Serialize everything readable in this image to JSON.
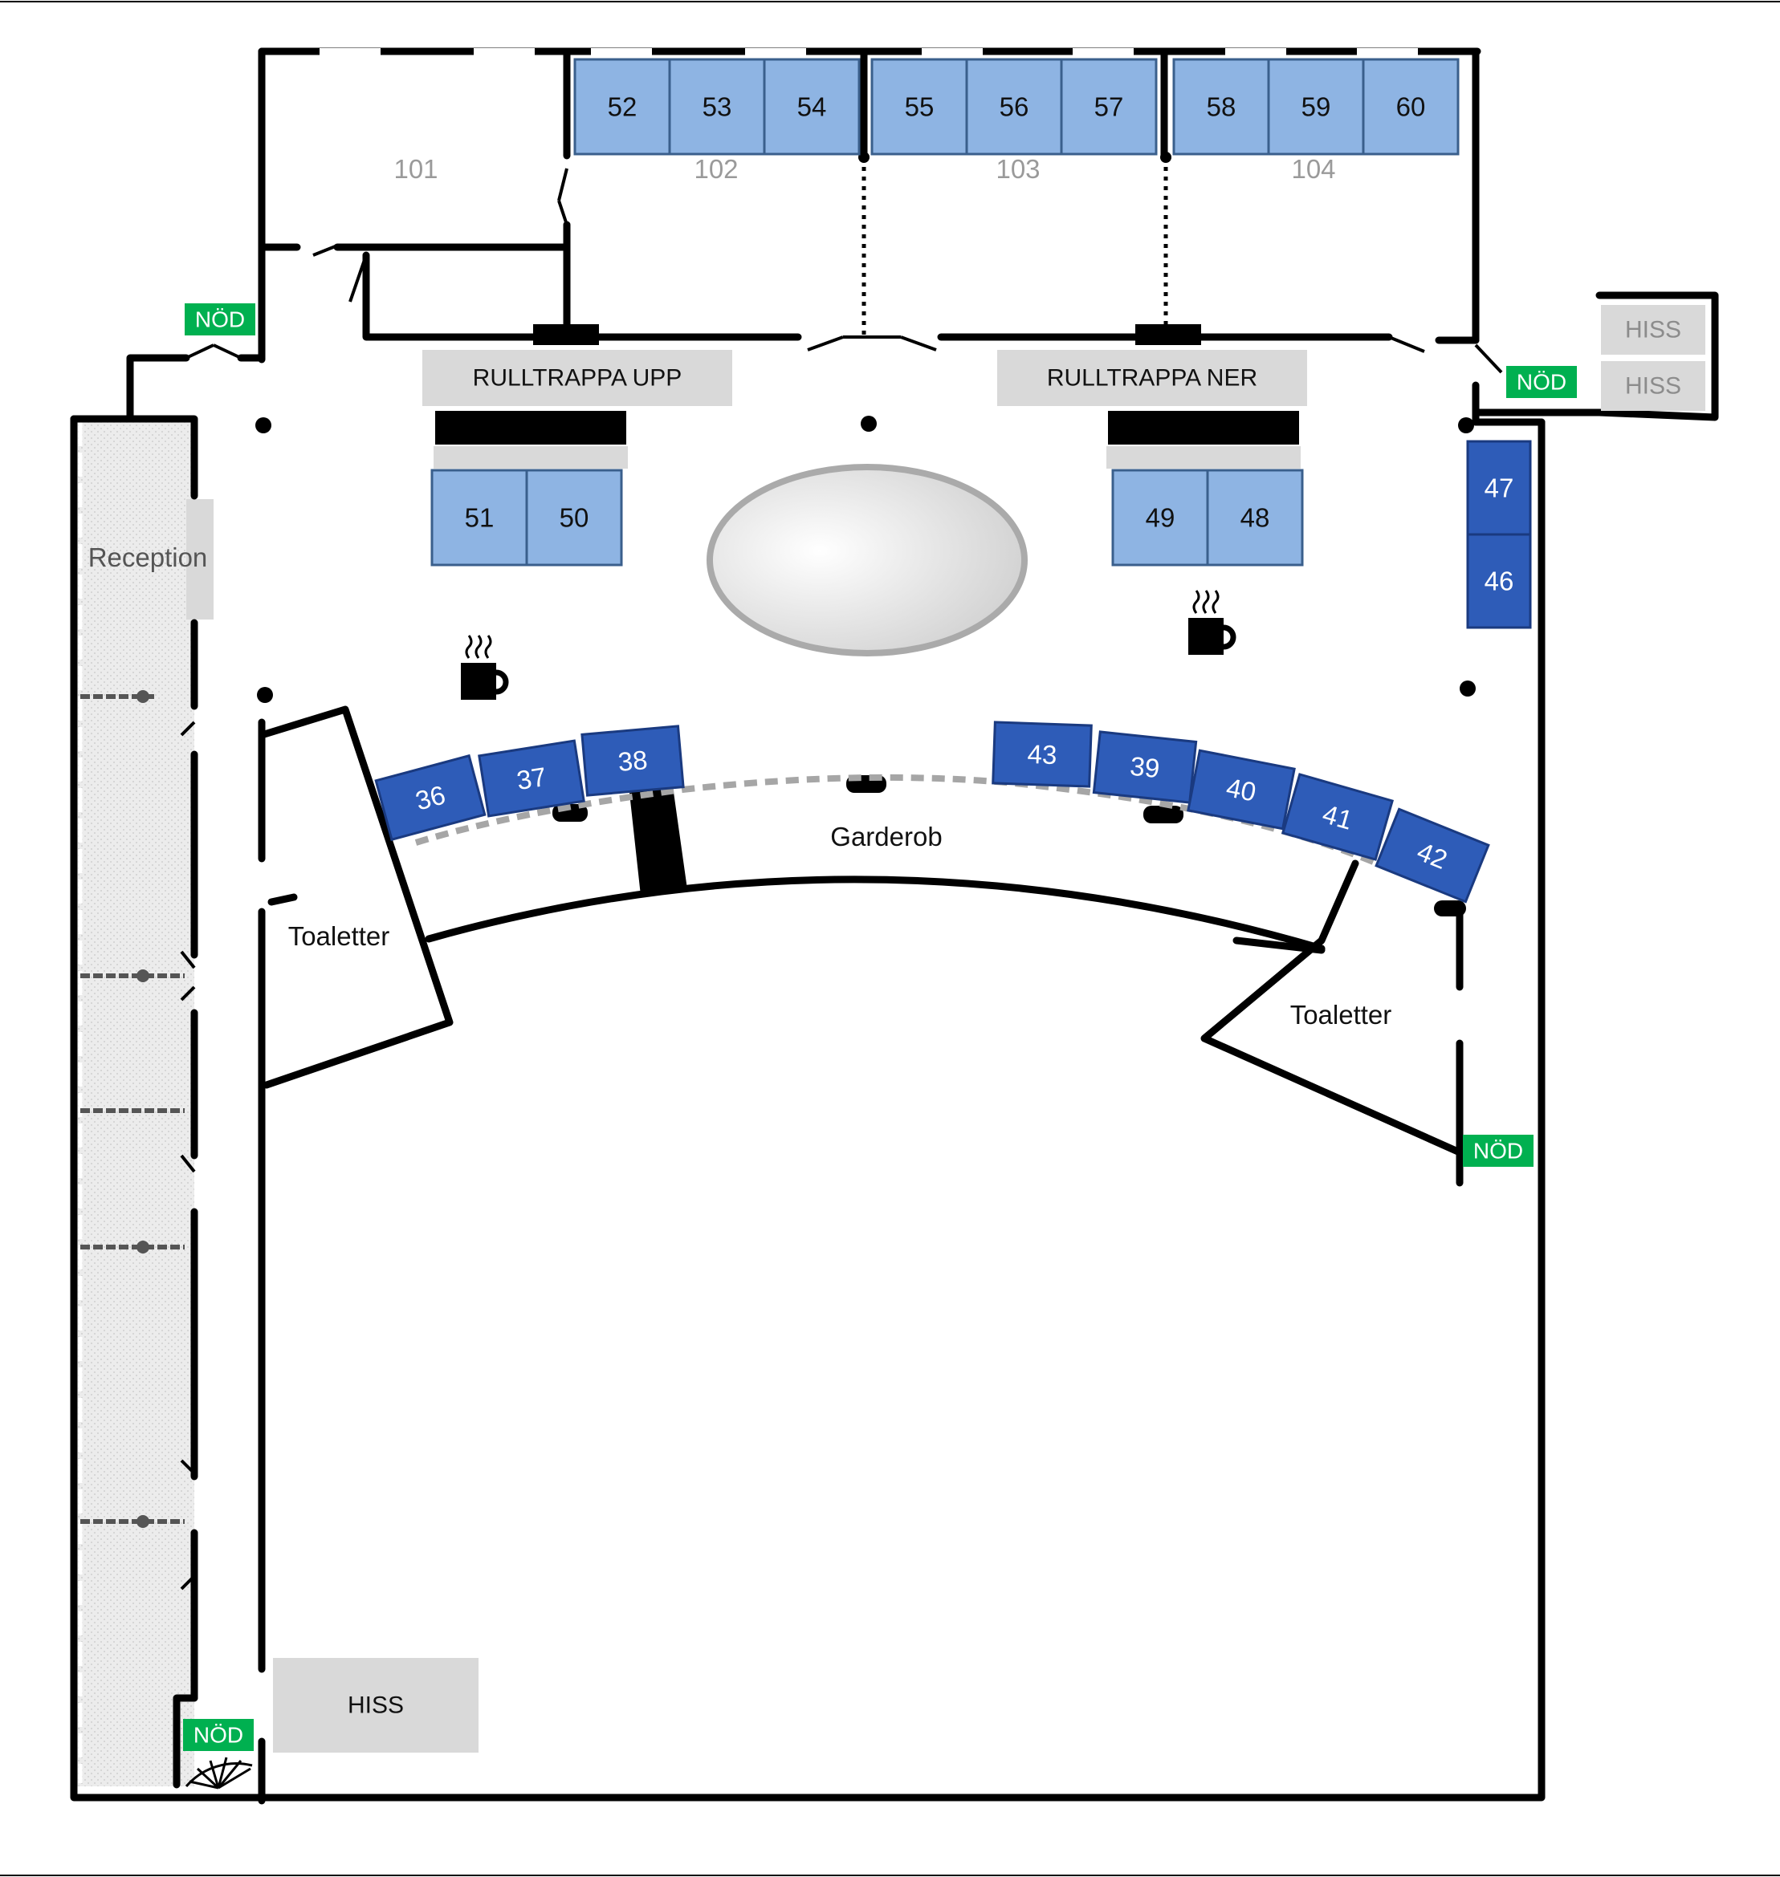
{
  "rooms": [
    {
      "id": "101",
      "label": "101"
    },
    {
      "id": "102",
      "label": "102"
    },
    {
      "id": "103",
      "label": "103"
    },
    {
      "id": "104",
      "label": "104"
    }
  ],
  "booths_top": [
    "52",
    "53",
    "54",
    "55",
    "56",
    "57",
    "58",
    "59",
    "60"
  ],
  "booths_mid_left": [
    "51",
    "50"
  ],
  "booths_mid_right": [
    "49",
    "48"
  ],
  "booths_right_column": [
    "47",
    "46"
  ],
  "booths_arc_left": [
    "36",
    "37",
    "38"
  ],
  "booths_arc_right": [
    "43",
    "39",
    "40",
    "41",
    "42"
  ],
  "escalators": {
    "up": "RULLTRAPPA UPP",
    "down": "RULLTRAPPA NER"
  },
  "elevator_label": "HISS",
  "elevators_top_right": [
    "HISS",
    "HISS"
  ],
  "emergency_exit_label": "NÖD",
  "reception_label": "Reception",
  "toilet_label": "Toaletter",
  "cloakroom_label": "Garderob",
  "icons": {
    "coffee": "coffee-cup-icon",
    "spiral_stairs": "spiral-stairs-icon"
  },
  "colors": {
    "booth_light": "#8eb4e3",
    "booth_dark": "#2e5cb8",
    "emergency": "#00b050",
    "grey_box": "#d9d9d9"
  }
}
